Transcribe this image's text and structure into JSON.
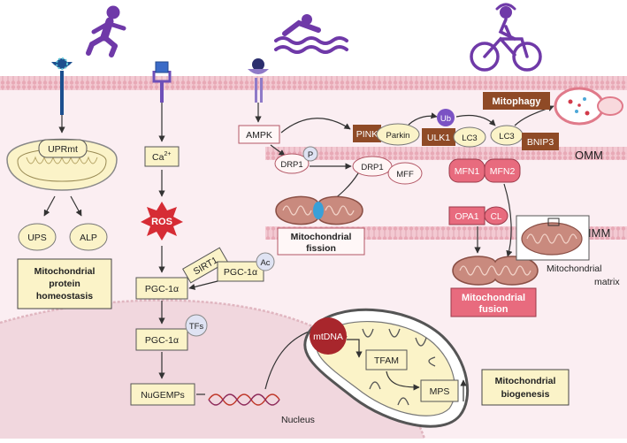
{
  "membranes": {
    "omm": "OMM",
    "imm": "IMM"
  },
  "signals": {
    "ca": "Ca",
    "ca_sup": "2+",
    "ros": "ROS",
    "sirt1": "SIRT1",
    "pgc_ac": "PGC-1α",
    "ac": "Ac",
    "pgc1": "PGC-1α",
    "pgc2": "PGC-1α",
    "tfs": "TFs",
    "nugemps": "NuGEMPs",
    "nucleus": "Nucleus"
  },
  "uprmt": {
    "label": "UPRmt",
    "ups": "UPS",
    "alp": "ALP",
    "box": [
      "Mitochondrial",
      "protein",
      "homeostasis"
    ]
  },
  "dynamics": {
    "ampk": "AMPK",
    "p": "P",
    "drp1_a": "DRP1",
    "drp1_b": "DRP1",
    "mff": "MFF",
    "fission": [
      "Mitochondrial",
      "fission"
    ],
    "pink": "PINK",
    "parkin": "Parkin",
    "ub": "Ub",
    "ulk1": "ULK1",
    "lc3_a": "LC3",
    "lc3_b": "LC3",
    "bnip3": "BNIP3",
    "mitophagy": "Mitophagy",
    "mfn1": "MFN1",
    "mfn2": "MFN2",
    "opa1": "OPA1",
    "cl": "CL",
    "fusion": [
      "Mitochondrial",
      "fusion"
    ],
    "matrix": [
      "Mitochondrial",
      "matrix"
    ]
  },
  "biogenesis": {
    "mtdna": "mtDNA",
    "tfam": "TFAM",
    "mps": "MPS",
    "box": [
      "Mitochondrial",
      "biogenesis"
    ]
  },
  "colors": {
    "background": "#fbeef2",
    "nucleus": "#f1d7de",
    "box_fill": "#fbf3c8",
    "pink_box": "#e86b7e",
    "brown_box": "#8f4a26",
    "exercise_purple": "#6f39a8",
    "ros_red": "#d62c35"
  },
  "icons": [
    "running-icon",
    "swimming-icon",
    "cycling-icon"
  ]
}
